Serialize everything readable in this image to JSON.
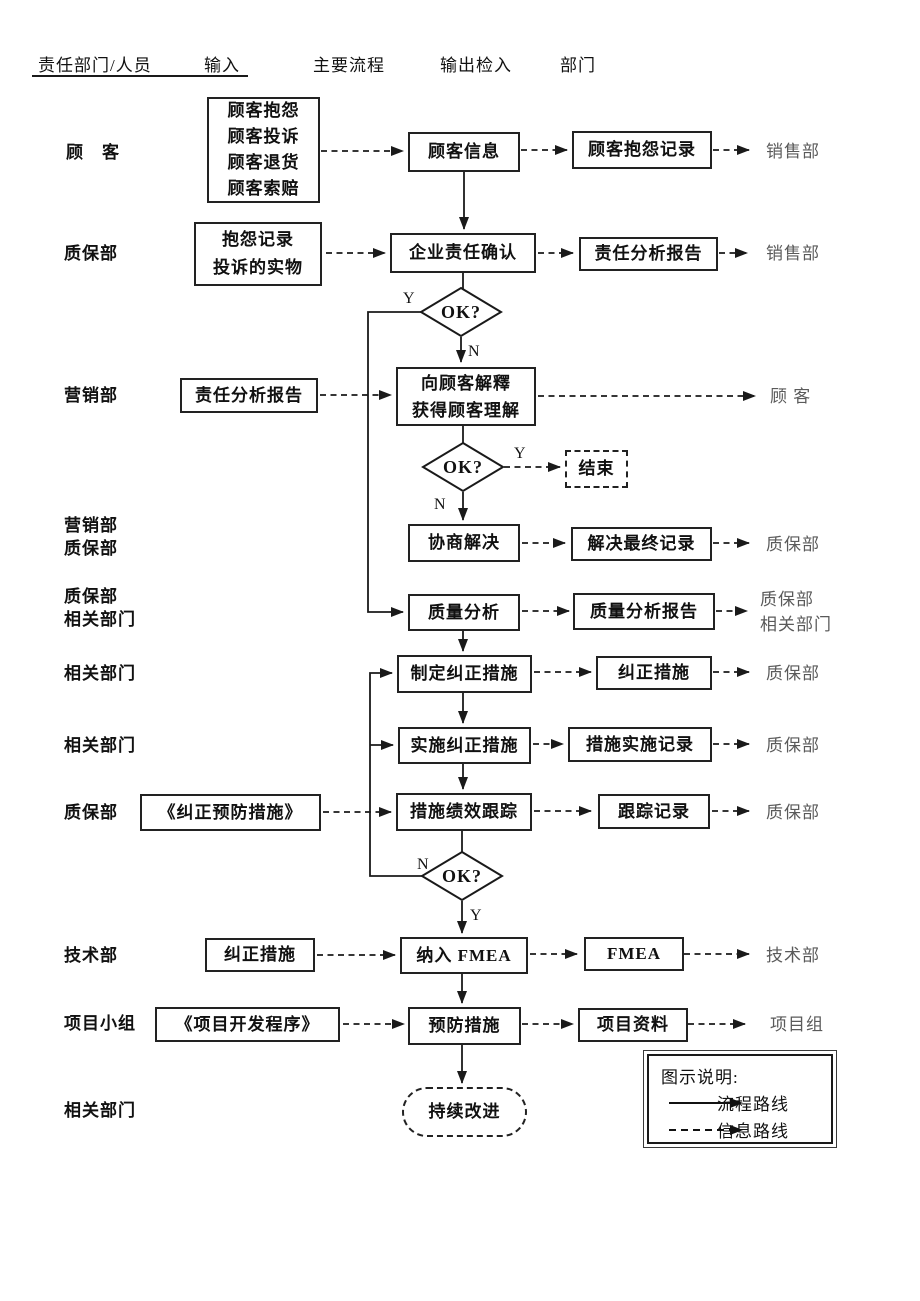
{
  "header": {
    "responsible_dept": "责任部门/人员",
    "input": "输入",
    "main_process": "主要流程",
    "output_check": "输出检入",
    "department": "部门"
  },
  "left_labels": {
    "customer": "顾　客",
    "qa_dept": "质保部",
    "marketing_dept": "营销部",
    "marketing_qa": {
      "line1": "营销部",
      "line2": "质保部"
    },
    "qa_related": {
      "line1": "质保部",
      "line2": "相关部门"
    },
    "related_dept_1": "相关部门",
    "related_dept_2": "相关部门",
    "qa_dept_2": "质保部",
    "tech_dept": "技术部",
    "project_group": "项目小组",
    "related_dept_3": "相关部门"
  },
  "inputs": {
    "customer_complaints": {
      "line1": "顾客抱怨",
      "line2": "顾客投诉",
      "line3": "顾客退货",
      "line4": "顾客索赔"
    },
    "complaint_records": {
      "line1": "抱怨记录",
      "line2": "投诉的实物"
    },
    "responsibility_report": "责任分析报告",
    "corrective_preventive_doc": "《纠正预防措施》",
    "corrective_measures": "纠正措施",
    "project_dev_procedure": "《项目开发程序》"
  },
  "processes": {
    "customer_info": "顾客信息",
    "company_responsibility": "企业责任确认",
    "explain_to_customer": {
      "line1": "向顾客解釋",
      "line2": "获得顾客理解"
    },
    "negotiate_solution": "协商解决",
    "quality_analysis": "质量分析",
    "make_corrective_measures": "制定纠正措施",
    "implement_corrective_measures": "实施纠正措施",
    "track_measure_performance": "措施绩效跟踪",
    "into_fmea": "纳入 FMEA",
    "preventive_measures": "预防措施",
    "continuous_improvement": "持续改进"
  },
  "decisions": {
    "ok": "OK?",
    "yes": "Y",
    "no": "N"
  },
  "end_box": "结束",
  "outputs": {
    "complaint_record": "顾客抱怨记录",
    "responsibility_report": "责任分析报告",
    "final_solution_record": "解决最终记录",
    "quality_report": "质量分析报告",
    "corrective_measures": "纠正措施",
    "implementation_record": "措施实施记录",
    "tracking_record": "跟踪记录",
    "fmea": "FMEA",
    "project_data": "项目资料"
  },
  "right_labels": {
    "sales_1": "销售部",
    "sales_2": "销售部",
    "customer": "顾 客",
    "qa_1": "质保部",
    "qa_related": {
      "line1": "质保部",
      "line2": "相关部门"
    },
    "qa_2": "质保部",
    "qa_3": "质保部",
    "qa_4": "质保部",
    "tech": "技术部",
    "project": "项目组"
  },
  "legend": {
    "title": "图示说明:",
    "flow_line": "流程路线",
    "info_line": "信息路线"
  },
  "colors": {
    "line": "#1a1a1a",
    "muted_label": "#5a5a5a"
  }
}
